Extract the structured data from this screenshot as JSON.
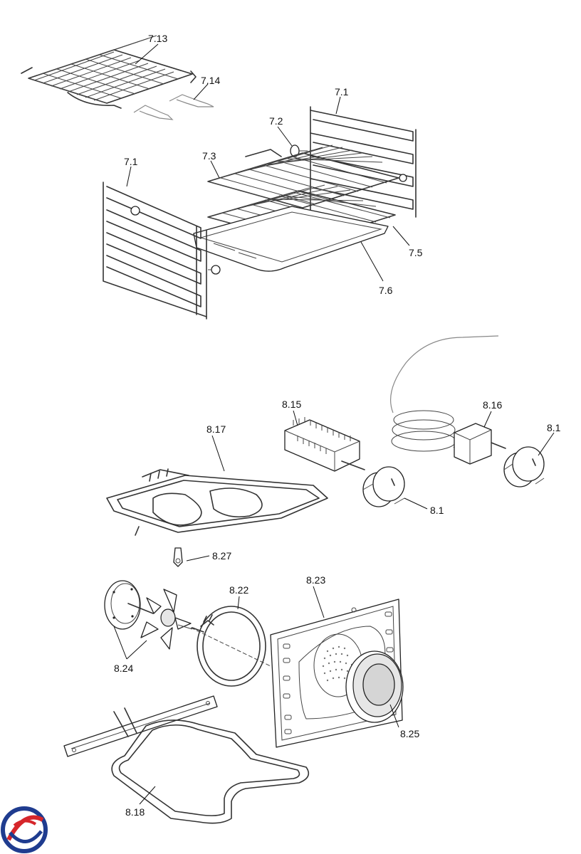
{
  "labels": {
    "p7_13": "7.13",
    "p7_14": "7.14",
    "p7_1_right": "7.1",
    "p7_2": "7.2",
    "p7_3": "7.3",
    "p7_1_left": "7.1",
    "p7_5": "7.5",
    "p7_6": "7.6",
    "p8_15": "8.15",
    "p8_16": "8.16",
    "p8_17": "8.17",
    "p8_1_right": "8.1",
    "p8_1_mid": "8.1",
    "p8_27": "8.27",
    "p8_22": "8.22",
    "p8_23": "8.23",
    "p8_24": "8.24",
    "p8_25": "8.25",
    "p8_18": "8.18"
  },
  "logo": {
    "colors": [
      "#1f3c8f",
      "#d6262b"
    ]
  }
}
